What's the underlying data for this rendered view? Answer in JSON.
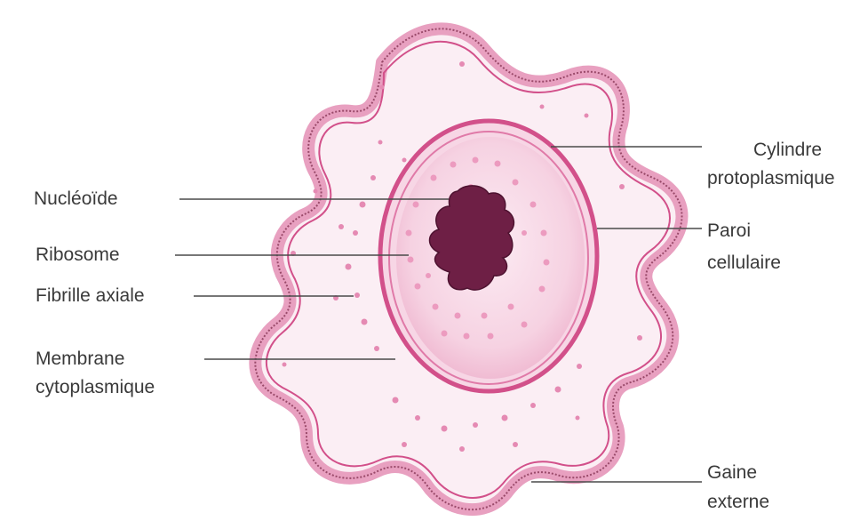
{
  "labels": {
    "nucleoide": "Nucléoïde",
    "ribosome": "Ribosome",
    "fibrille": "Fibrille axiale",
    "membrane_1": "Membrane",
    "membrane_2": "cytoplasmique",
    "cylindre_1": "Cylindre",
    "cylindre_2": "protoplasmique",
    "paroi_1": "Paroi",
    "paroi_2": "cellulaire",
    "gaine_1": "Gaine",
    "gaine_2": "externe"
  },
  "colors": {
    "sheath": "#e8a0c0",
    "sheath_edge": "#9a4a6a",
    "cytoplasm": "#fbeef4",
    "cylinder": "#f3c6da",
    "wall": "#d2508a",
    "nucleoid": "#6e1f45",
    "ribosome": "#e58ab3"
  }
}
